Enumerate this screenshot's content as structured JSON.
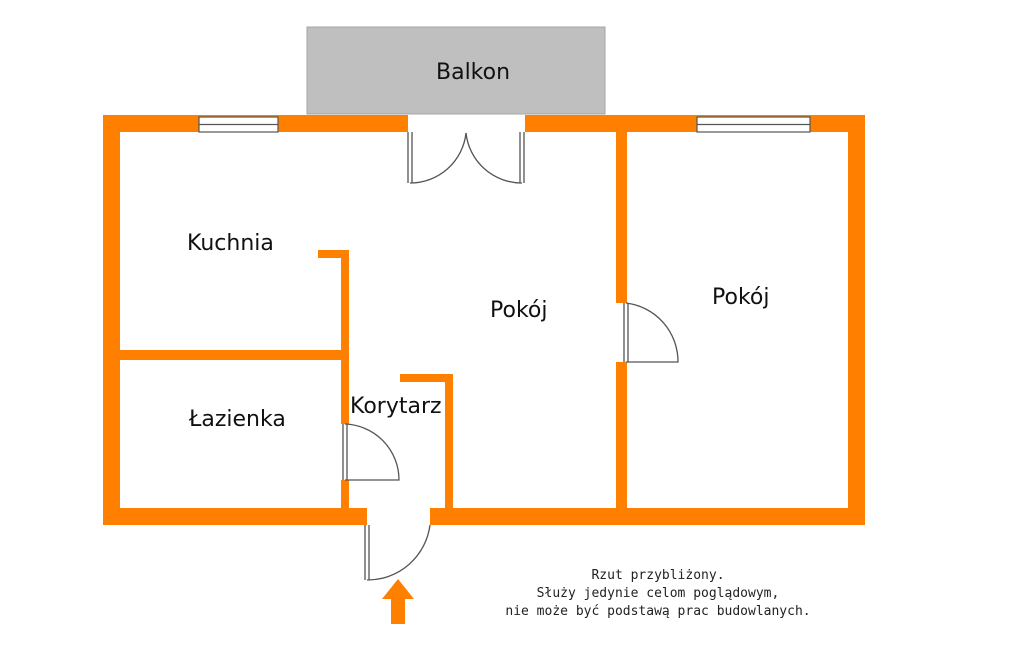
{
  "plan": {
    "rooms": {
      "balcony": "Balkon",
      "kitchen": "Kuchnia",
      "living_room": "Pokój",
      "bedroom": "Pokój",
      "bathroom": "Łazienka",
      "corridor": "Korytarz"
    },
    "note": [
      "Rzut przybliżony.",
      "Służy jedynie celom poglądowym,",
      "nie może być podstawą prac budowlanych."
    ],
    "colors": {
      "walls": "#ff7f00",
      "balcony": "#bfbfbf",
      "background": "#ffffff"
    },
    "icons": {
      "entrance": "entrance-arrow-icon"
    }
  }
}
